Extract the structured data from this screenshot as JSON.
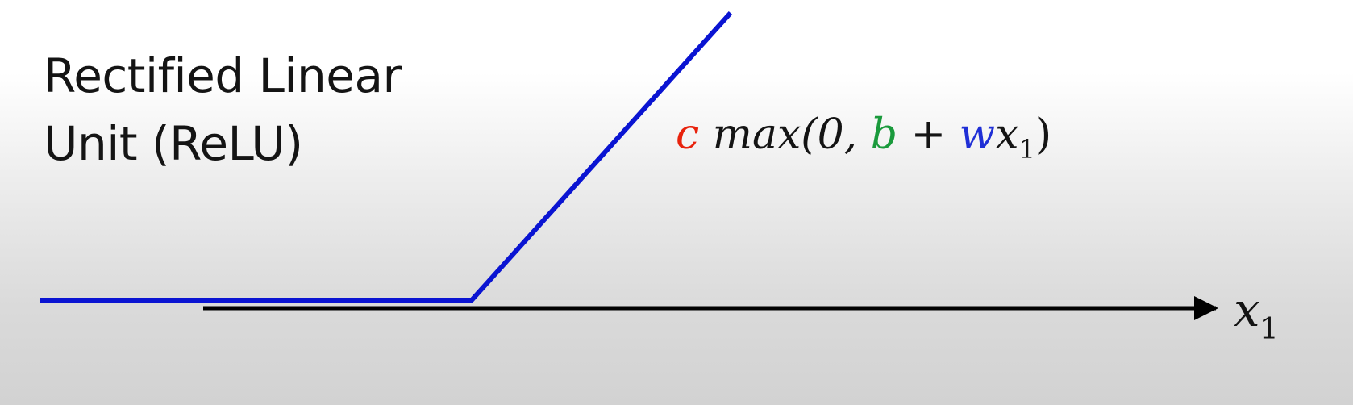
{
  "title": {
    "line1": "Rectified Linear",
    "line2": "Unit (ReLU)"
  },
  "formula": {
    "c": "c",
    "max_open": "max(0,",
    "b": "b",
    "plus": "+",
    "w": "w",
    "x": "x",
    "sub": "1",
    "close": ")"
  },
  "axis": {
    "var": "x",
    "sub": "1"
  },
  "colors": {
    "relu_line": "#0a14d2",
    "axis": "#000000",
    "c": "#e8220c",
    "b": "#1a9a3c",
    "w": "#1f2fd6",
    "text": "#141414"
  }
}
